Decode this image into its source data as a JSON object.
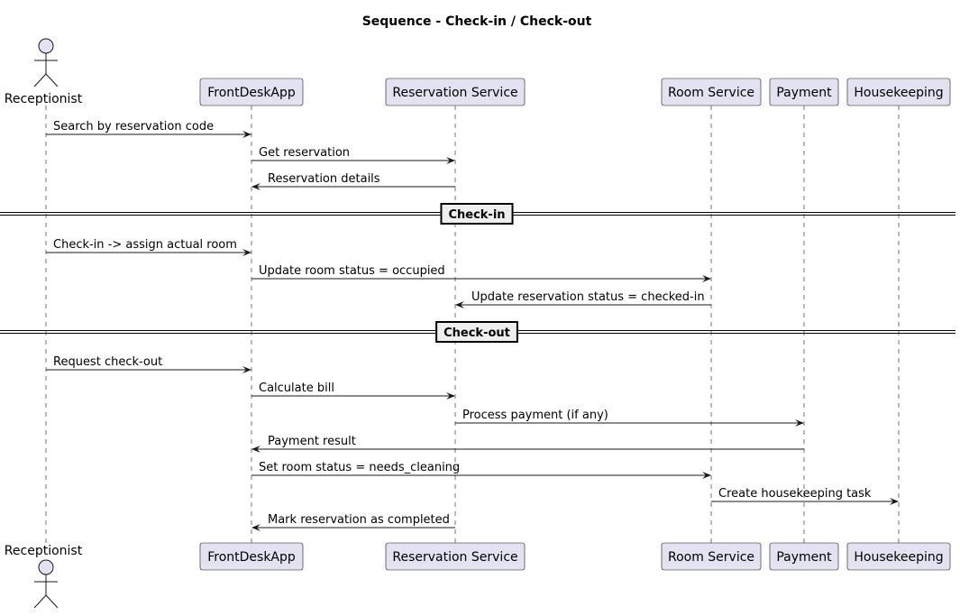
{
  "title": "Sequence - Check-in / Check-out",
  "participants": [
    {
      "id": "receptionist",
      "label": "Receptionist",
      "kind": "actor"
    },
    {
      "id": "frontdesk",
      "label": "FrontDeskApp",
      "kind": "participant"
    },
    {
      "id": "reservation",
      "label": "Reservation Service",
      "kind": "participant"
    },
    {
      "id": "room",
      "label": "Room Service",
      "kind": "participant"
    },
    {
      "id": "payment",
      "label": "Payment",
      "kind": "participant"
    },
    {
      "id": "housekeeping",
      "label": "Housekeeping",
      "kind": "participant"
    }
  ],
  "sequence": [
    {
      "type": "message",
      "from": "receptionist",
      "to": "frontdesk",
      "label": "Search by reservation code"
    },
    {
      "type": "message",
      "from": "frontdesk",
      "to": "reservation",
      "label": "Get reservation"
    },
    {
      "type": "message",
      "from": "reservation",
      "to": "frontdesk",
      "label": "Reservation details"
    },
    {
      "type": "divider",
      "label": "Check-in"
    },
    {
      "type": "message",
      "from": "receptionist",
      "to": "frontdesk",
      "label": "Check-in -> assign actual room"
    },
    {
      "type": "message",
      "from": "frontdesk",
      "to": "room",
      "label": "Update room status = occupied"
    },
    {
      "type": "message",
      "from": "room",
      "to": "reservation",
      "label": "Update reservation status = checked-in"
    },
    {
      "type": "divider",
      "label": "Check-out"
    },
    {
      "type": "message",
      "from": "receptionist",
      "to": "frontdesk",
      "label": "Request check-out"
    },
    {
      "type": "message",
      "from": "frontdesk",
      "to": "reservation",
      "label": "Calculate bill"
    },
    {
      "type": "message",
      "from": "reservation",
      "to": "payment",
      "label": "Process payment (if any)"
    },
    {
      "type": "message",
      "from": "payment",
      "to": "frontdesk",
      "label": "Payment result"
    },
    {
      "type": "message",
      "from": "frontdesk",
      "to": "room",
      "label": "Set room status = needs_cleaning"
    },
    {
      "type": "message",
      "from": "room",
      "to": "housekeeping",
      "label": "Create housekeeping task"
    },
    {
      "type": "message",
      "from": "reservation",
      "to": "frontdesk",
      "label": "Mark reservation as completed"
    }
  ],
  "colors": {
    "participant_fill": "#e2e2f0",
    "line": "#181818",
    "divider_fill": "#eeeeee"
  }
}
